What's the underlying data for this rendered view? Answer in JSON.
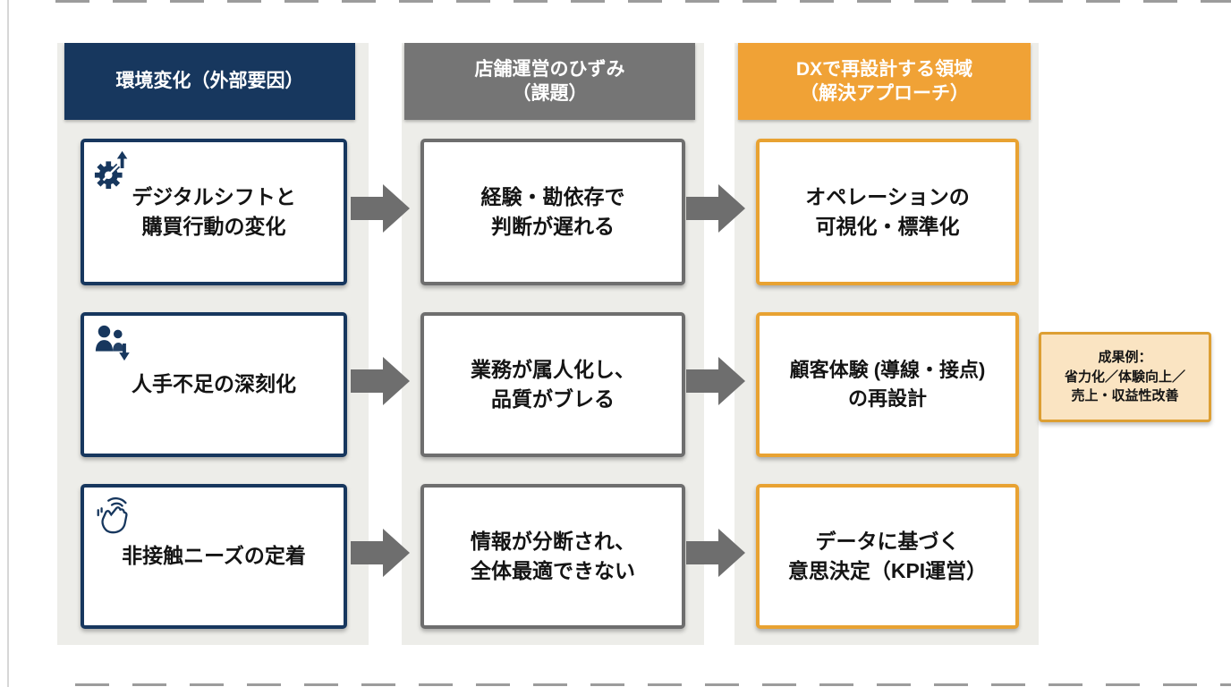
{
  "colors": {
    "navy": "#17375e",
    "header_gray": "#757575",
    "orange": "#f0a236",
    "border_gray": "#6e6e6e",
    "border_orange": "#e8a232",
    "strip_gray": "#edede9",
    "arrow_gray": "#6e6e6e",
    "note_bg": "#fae4c2",
    "note_border": "#dd9f33"
  },
  "columns": [
    {
      "header_lines": [
        "環境変化（外部要因）",
        ""
      ],
      "items": [
        {
          "icon": "gear-growth-icon",
          "lines": [
            "デジタルシフトと",
            "購買行動の変化"
          ]
        },
        {
          "icon": "people-decline-icon",
          "lines": [
            "人手不足の深刻化",
            ""
          ]
        },
        {
          "icon": "contactless-hand-icon",
          "lines": [
            "非接触ニーズの定着",
            ""
          ]
        }
      ]
    },
    {
      "header_lines": [
        "店舗運営のひずみ",
        "（課題）"
      ],
      "items": [
        {
          "lines": [
            "経験・勘依存で",
            "判断が遅れる"
          ]
        },
        {
          "lines": [
            "業務が属人化し、",
            "品質がブレる"
          ]
        },
        {
          "lines": [
            "情報が分断され、",
            "全体最適できない"
          ]
        }
      ]
    },
    {
      "header_lines": [
        "DXで再設計する領域",
        "（解決アプローチ）"
      ],
      "items": [
        {
          "lines": [
            "オペレーションの",
            "可視化・標準化"
          ]
        },
        {
          "lines": [
            "顧客体験 (導線・接点)",
            "の再設計"
          ]
        },
        {
          "lines": [
            "データに基づく",
            "意思決定（KPI運営）"
          ]
        }
      ]
    }
  ],
  "side_note": {
    "lines": [
      "成果例：",
      "省力化／体験向上／",
      "売上・収益性改善"
    ]
  }
}
